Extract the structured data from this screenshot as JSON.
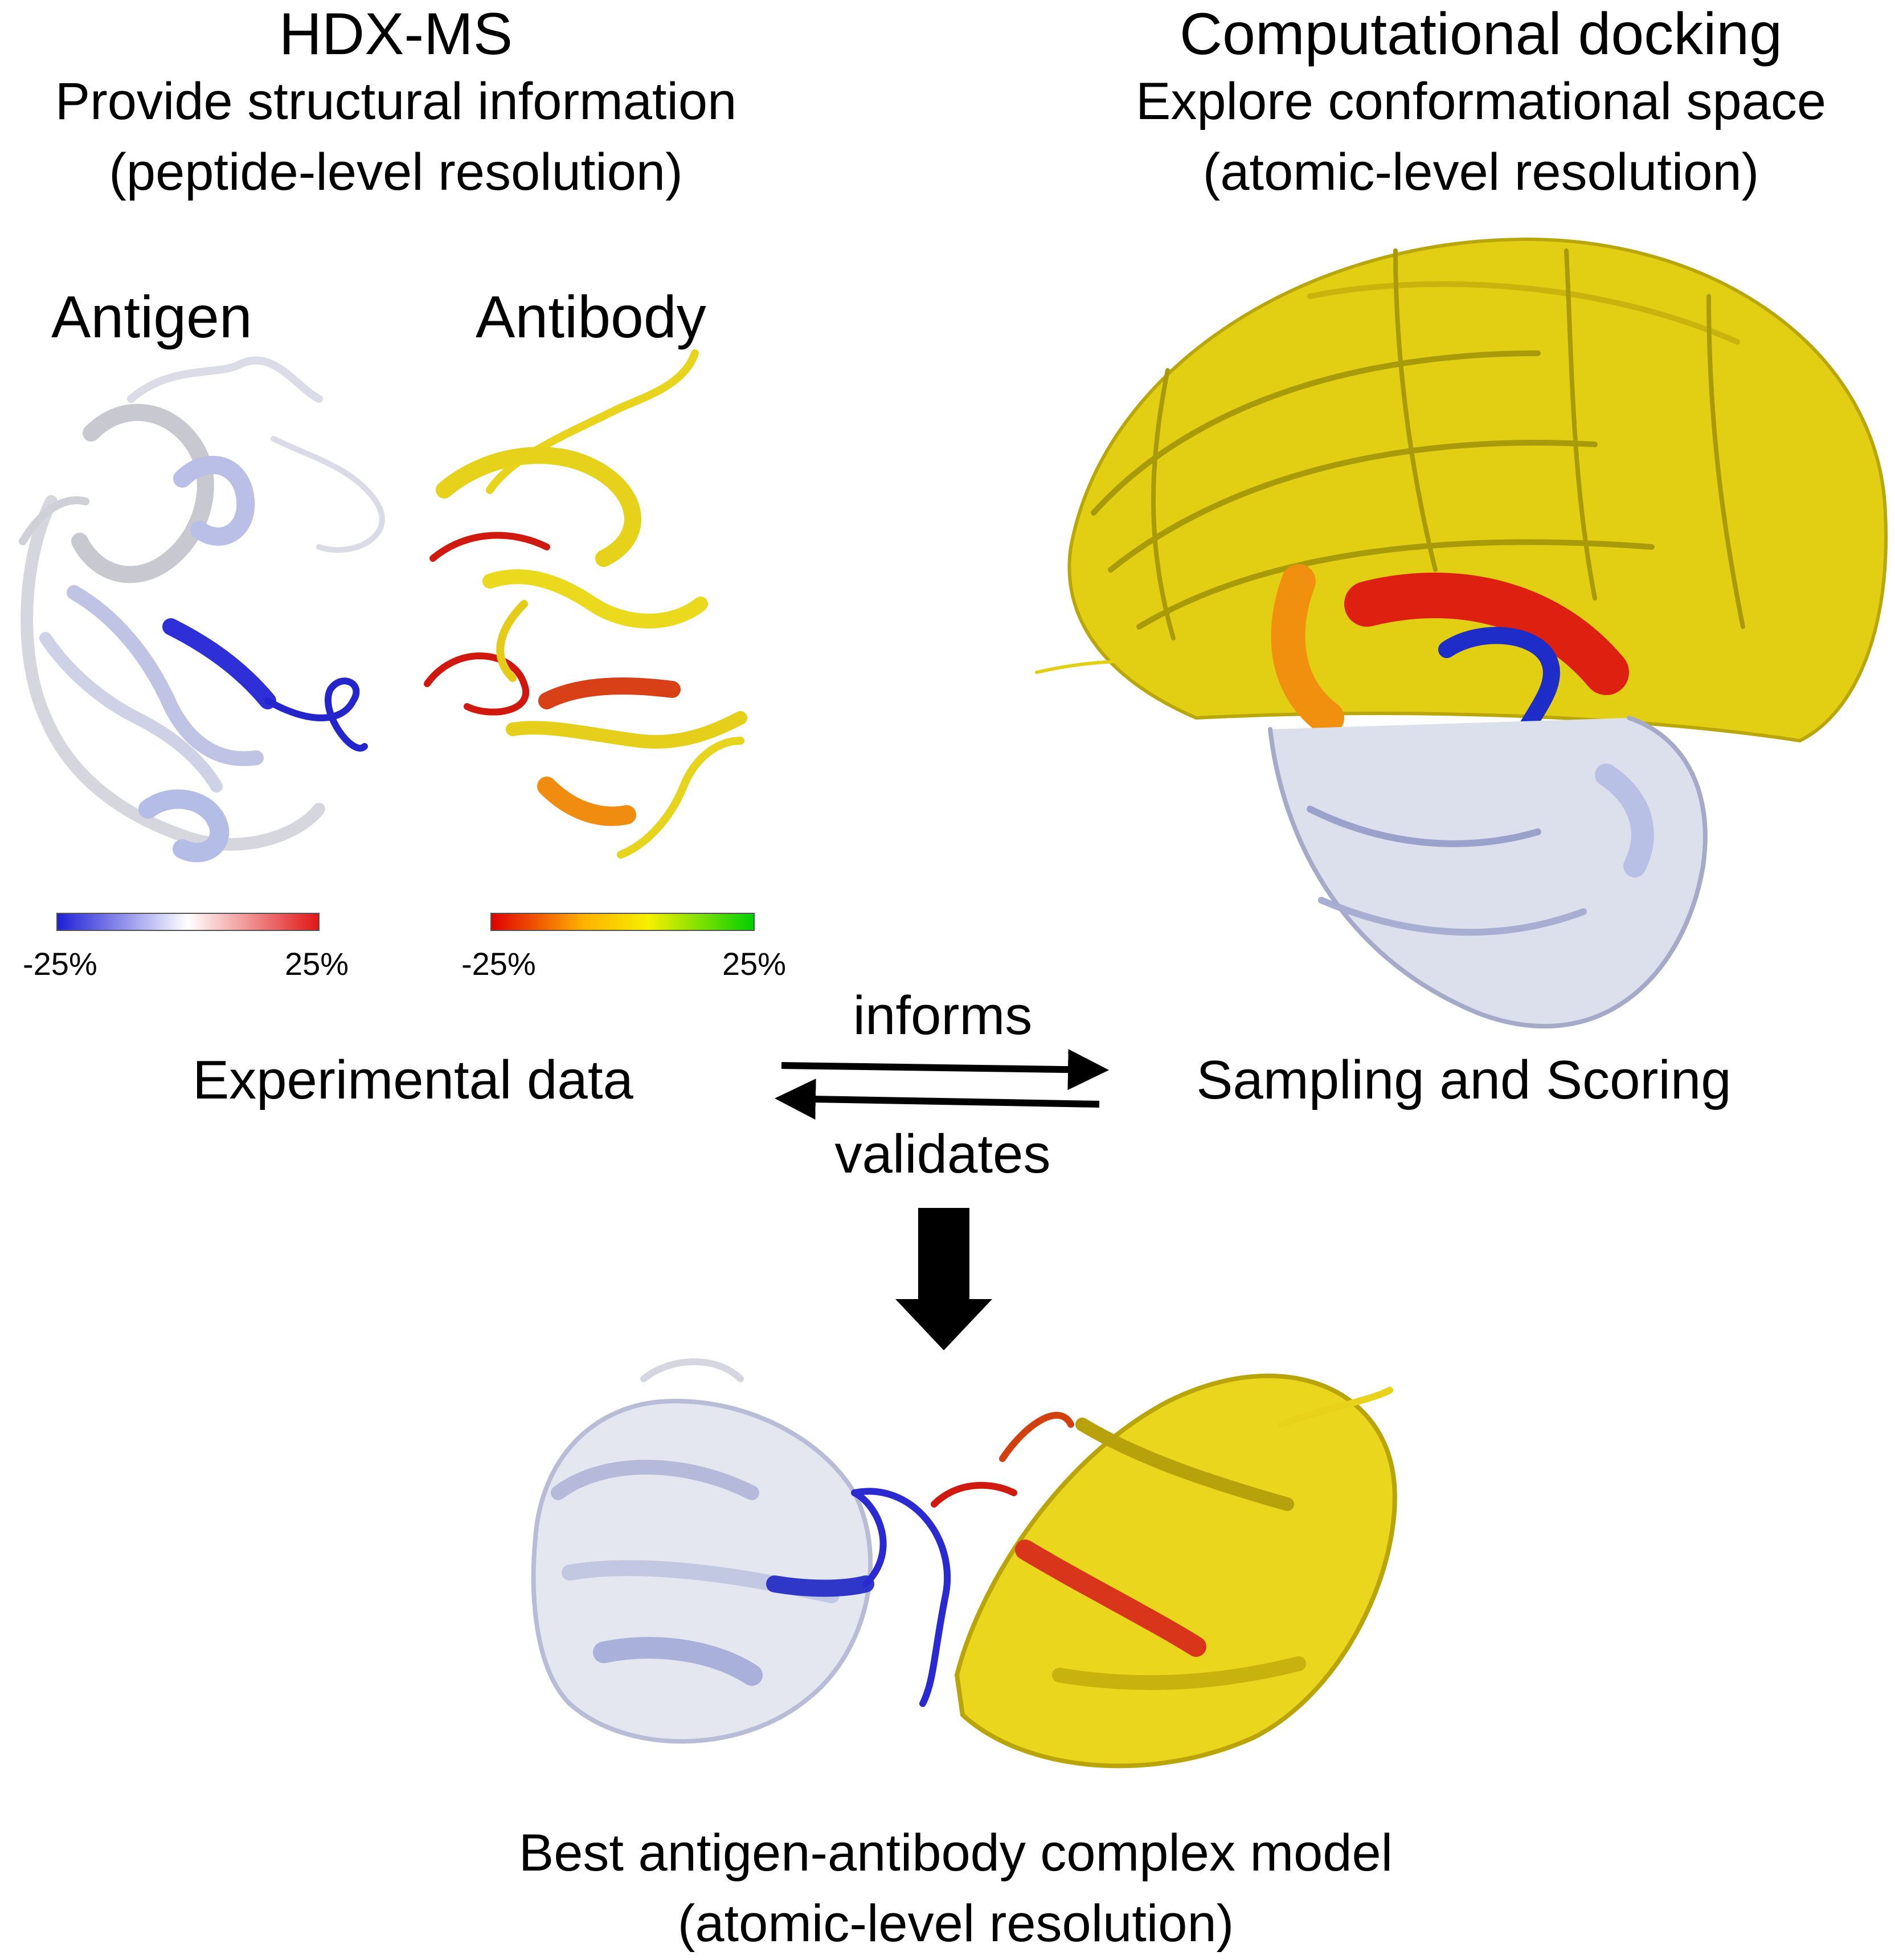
{
  "hdx": {
    "title": "HDX-MS",
    "line1": "Provide structural information",
    "line2": "(peptide-level resolution)"
  },
  "docking": {
    "title": "Computational docking",
    "line1": "Explore conformational space",
    "line2": "(atomic-level resolution)"
  },
  "structures": {
    "antigen_label": "Antigen",
    "antibody_label": "Antibody"
  },
  "scales": {
    "antigen": {
      "min_label": "-25%",
      "max_label": "25%",
      "colors": [
        "#1f1fd6",
        "#ffffff",
        "#e01515"
      ]
    },
    "antibody": {
      "min_label": "-25%",
      "max_label": "25%",
      "colors": [
        "#e00000",
        "#ffb000",
        "#f5f000",
        "#00d000"
      ]
    }
  },
  "workflow": {
    "left": "Experimental data",
    "right": "Sampling and Scoring",
    "informs": "informs",
    "validates": "validates"
  },
  "result": {
    "line1": "Best antigen-antibody complex model",
    "line2": "(atomic-level resolution)"
  },
  "colors": {
    "antigen_base": "#c9cde0",
    "antigen_epitope": "#2a2ad0",
    "antibody_base": "#e6d21a",
    "antibody_paratope": "#e02010",
    "antibody_mid": "#f09010"
  }
}
